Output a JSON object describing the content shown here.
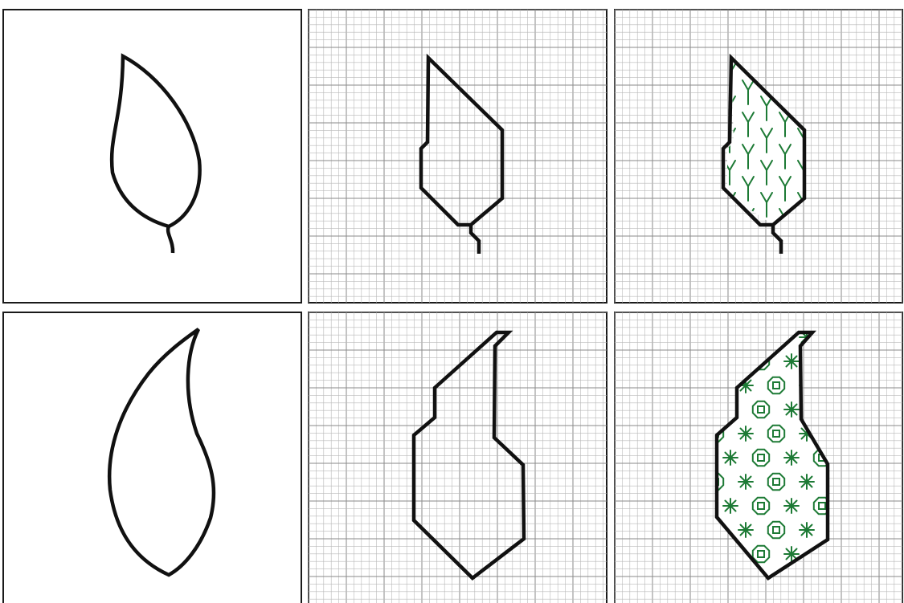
{
  "colors": {
    "outline": "#111111",
    "grid_minor": "#b9b9b9",
    "grid_major": "#8a8a8a",
    "pattern": "#1d7a35",
    "panel_border": "#1a1a1a",
    "background": "#ffffff"
  },
  "layout_description": {
    "rows": 2,
    "columns": 3,
    "column_stages": [
      "freehand-outline",
      "grid-stepped-outline",
      "grid-patterned-fill"
    ]
  },
  "rows": [
    {
      "subject": "leaf",
      "pattern": "tree-branch-motif",
      "cells": [
        {
          "stage": "freehand-outline",
          "grid": false
        },
        {
          "stage": "grid-stepped-outline",
          "grid": true
        },
        {
          "stage": "grid-patterned-fill",
          "grid": true
        }
      ]
    },
    {
      "subject": "paisley-drop",
      "pattern": "octagon-and-asterisk-motif",
      "cells": [
        {
          "stage": "freehand-outline",
          "grid": false
        },
        {
          "stage": "grid-stepped-outline",
          "grid": true
        },
        {
          "stage": "grid-patterned-fill",
          "grid": true
        }
      ]
    }
  ]
}
